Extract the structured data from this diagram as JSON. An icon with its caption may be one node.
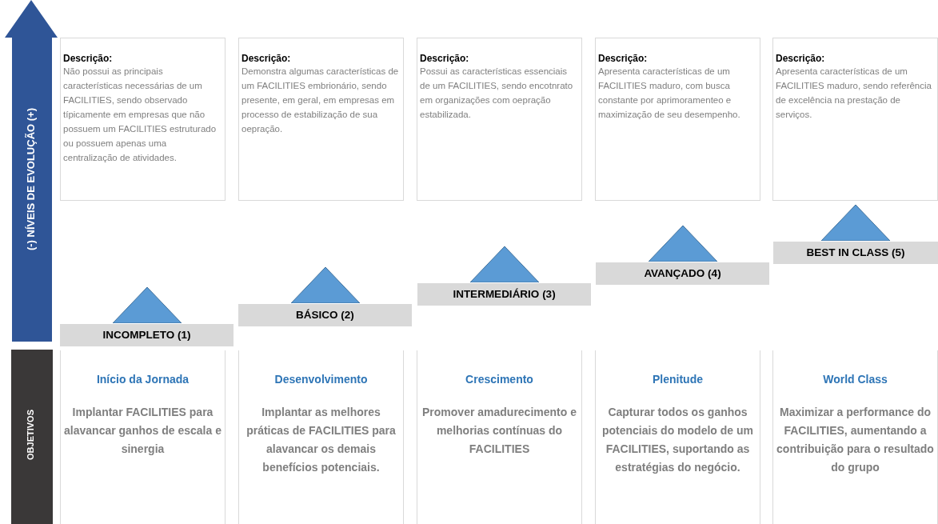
{
  "diagram": {
    "nodes": [
      {
        "text": [
          "(-) NÍVEIS DE EVOLUÇÃO (+)"
        ]
      },
      {
        "text": [
          "Descrição:",
          "Não possui as principais características necessárias de um FACILITIES, sendo observado típicamente em empresas que não possuem um FACILITIES estruturado ou possuem apenas uma centralização de atividades."
        ]
      },
      {
        "text": [
          "Descrição:",
          "Demonstra algumas características de um FACILITIES embrionário, sendo presente, em geral, em empresas em processo de estabilização de sua oepração."
        ]
      },
      {
        "text": [
          "Descrição:",
          "Possui as características essenciais de um FACILITIES, sendo encotnrato em organizações com oepração estabilizada."
        ]
      },
      {
        "text": [
          "Descrição:",
          "Apresenta características de um FACILITIES maduro, com busca constante por aprimoramenteo e maximização de seu desempenho."
        ]
      },
      {
        "text": [
          "Descrição:",
          "Apresenta características de um FACILITIES maduro, sendo referência de excelência na prestação de serviços."
        ]
      },
      {
        "text": [
          "INCOMPLETO (1)"
        ]
      },
      {
        "text": [
          "BÁSICO (2)"
        ]
      },
      {
        "text": [
          "INTERMEDIÁRIO (3)"
        ]
      },
      {
        "text": [
          "AVANÇADO (4)"
        ]
      },
      {
        "text": [
          "BEST IN CLASS (5)"
        ]
      },
      {
        "text": [
          "OBJETIVOS"
        ]
      },
      {
        "text": [
          "Início da Jornada",
          "Implantar FACILITIES para alavancar ganhos de escala e sinergia"
        ]
      },
      {
        "text": [
          "Desenvolvimento",
          "Implantar as melhores práticas de FACILITIES para alavancar os demais benefícios potenciais."
        ]
      },
      {
        "text": [
          "Crescimento",
          "Promover amadurecimento e melhorias contínuas do FACILITIES"
        ]
      },
      {
        "text": [
          "Plenitude",
          "Capturar todos os ganhos potenciais do modelo de um FACILITIES, suportando as estratégias do negócio."
        ]
      },
      {
        "text": [
          "World Class",
          "Maximizar a performance do FACILITIES, aumentando a contribuição para o resultado do grupo"
        ]
      }
    ]
  }
}
